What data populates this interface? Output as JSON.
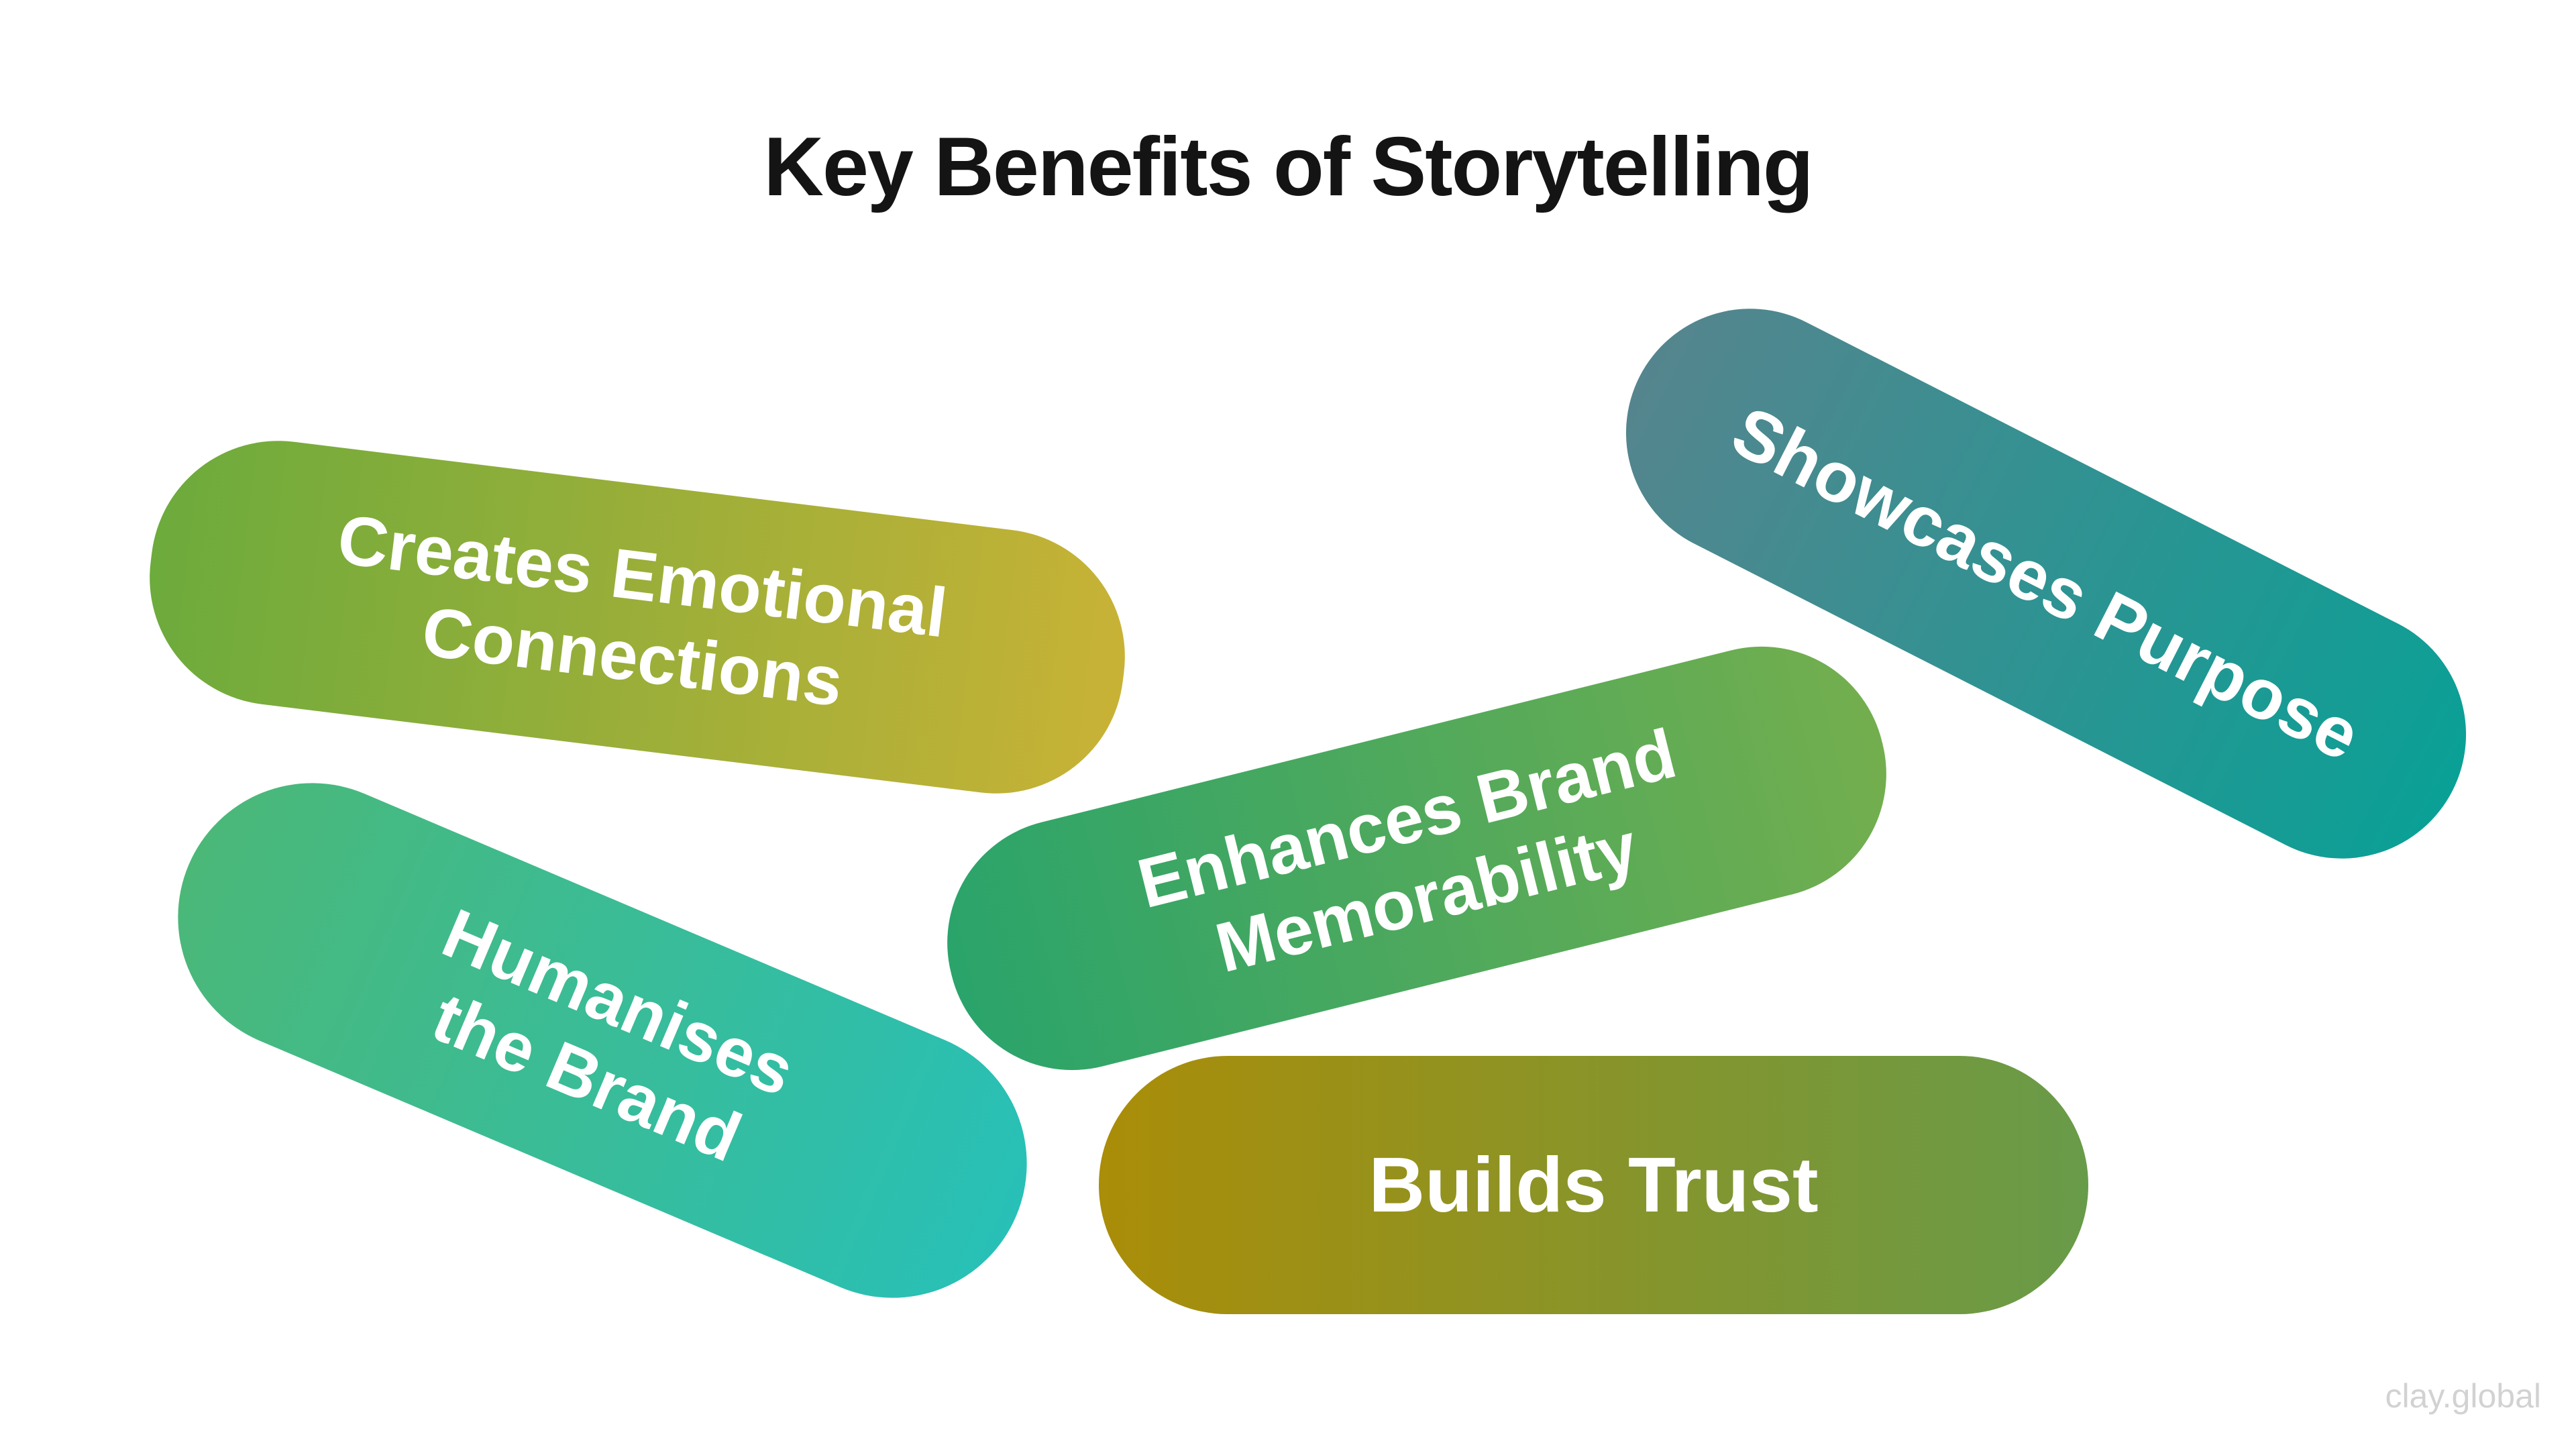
{
  "title": "Key Benefits of Storytelling",
  "watermark": "clay.global",
  "pills": [
    {
      "name": "creates-emotional-connections",
      "lines": [
        "Creates Emotional",
        "Connections"
      ],
      "gradient": {
        "from": "#6cab3c",
        "to": "#c8b236"
      }
    },
    {
      "name": "showcases-purpose",
      "lines": [
        "Showcases Purpose"
      ],
      "gradient": {
        "from": "#55858e",
        "to": "#0aa096"
      }
    },
    {
      "name": "enhances-brand-memorability",
      "lines": [
        "Enhances Brand",
        "Memorability"
      ],
      "gradient": {
        "from": "#2aa46b",
        "to": "#73ae4e"
      }
    },
    {
      "name": "humanises-the-brand",
      "lines": [
        "Humanises",
        "the Brand"
      ],
      "gradient": {
        "from": "#4bb878",
        "to": "#28c0b7"
      }
    },
    {
      "name": "builds-trust",
      "lines": [
        "Builds Trust"
      ],
      "gradient": {
        "from": "#aa8d08",
        "to": "#689b49"
      }
    }
  ],
  "colors": {
    "background": "#ffffff",
    "title_text": "#141414",
    "pill_text": "#ffffff",
    "watermark_text": "#d2d2d2"
  }
}
